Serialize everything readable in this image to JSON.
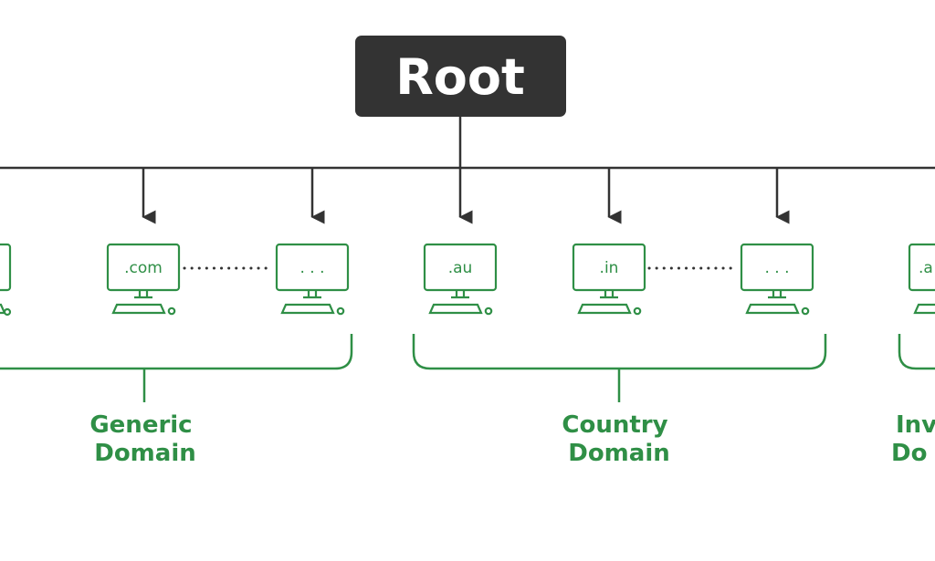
{
  "root": {
    "label": "Root"
  },
  "nodes": [
    {
      "label": ""
    },
    {
      "label": ".com"
    },
    {
      "label": ". . ."
    },
    {
      "label": ".au"
    },
    {
      "label": ".in"
    },
    {
      "label": ". . ."
    },
    {
      "label": ".a"
    }
  ],
  "groups": [
    {
      "line1": "Generic",
      "line2": "Domain"
    },
    {
      "line1": "Country",
      "line2": "Domain"
    },
    {
      "line1": "Inv",
      "line2": "Do"
    }
  ],
  "colors": {
    "root_bg": "#333333",
    "root_text": "#ffffff",
    "line": "#333333",
    "accent": "#2f8f46"
  }
}
